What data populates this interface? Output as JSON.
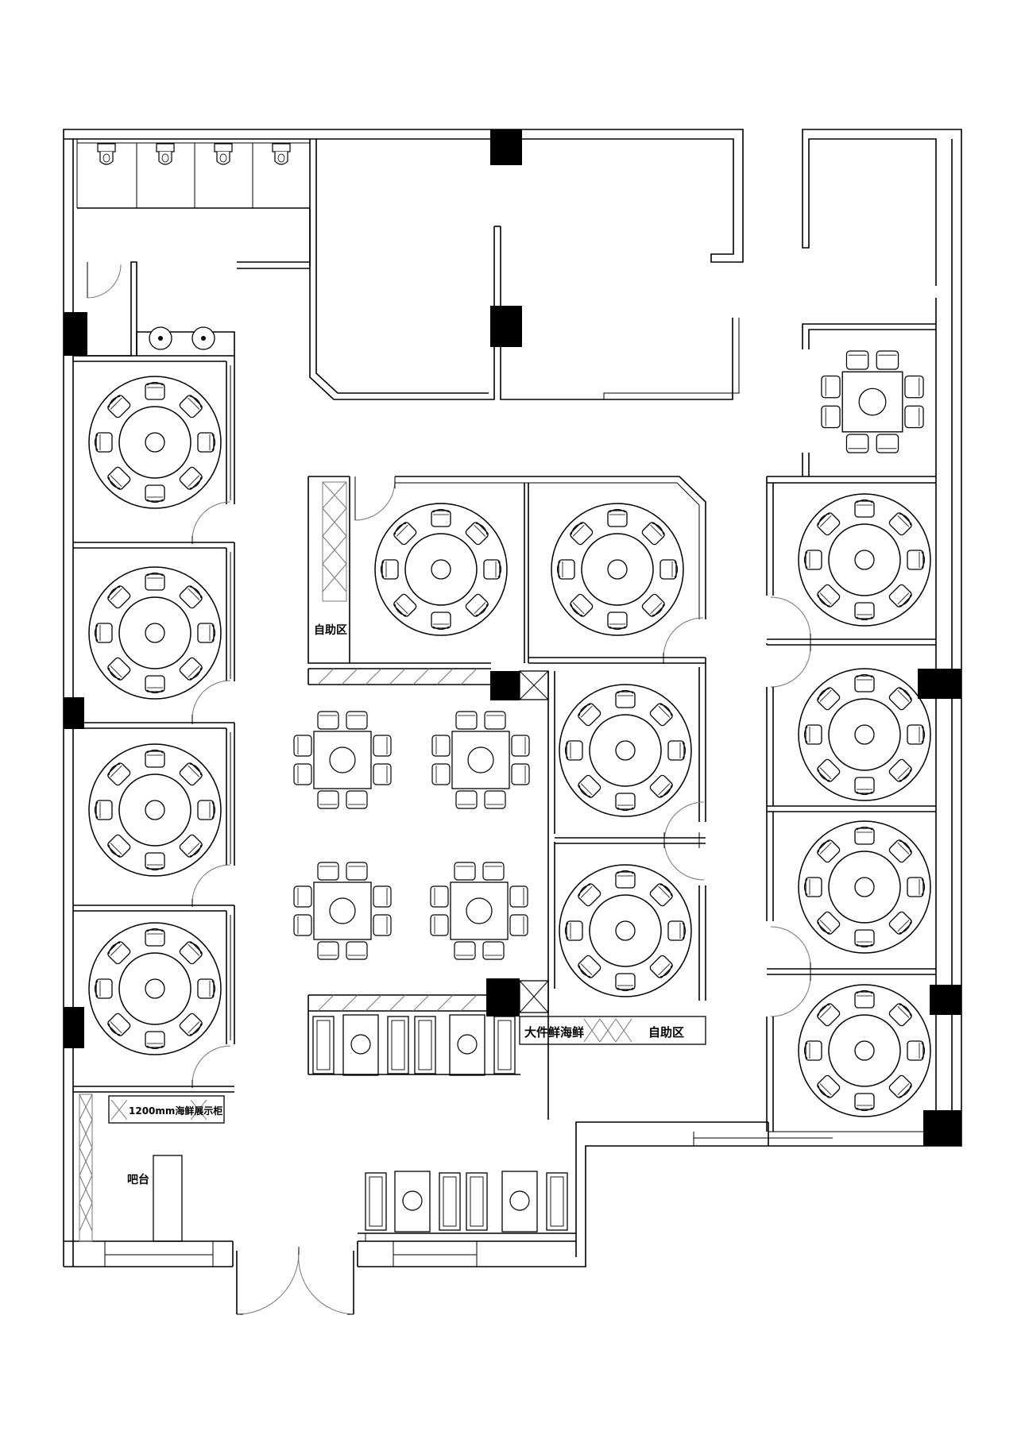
{
  "labels": {
    "buffet_top": "自助区",
    "buffet_bottom": "自助区",
    "seafood_display": "大件鲜海鲜",
    "display_cabinet": "1200mm海鲜展示柜",
    "bar": "吧台"
  },
  "icons": {
    "round_table": "round-table-icon",
    "square_table": "square-table-icon",
    "booth": "booth-seating-icon",
    "toilet": "toilet-icon",
    "sink": "sink-icon",
    "door": "door-swing-icon",
    "column": "structural-column-icon"
  },
  "colors": {
    "line": "#000000",
    "background": "#ffffff"
  }
}
